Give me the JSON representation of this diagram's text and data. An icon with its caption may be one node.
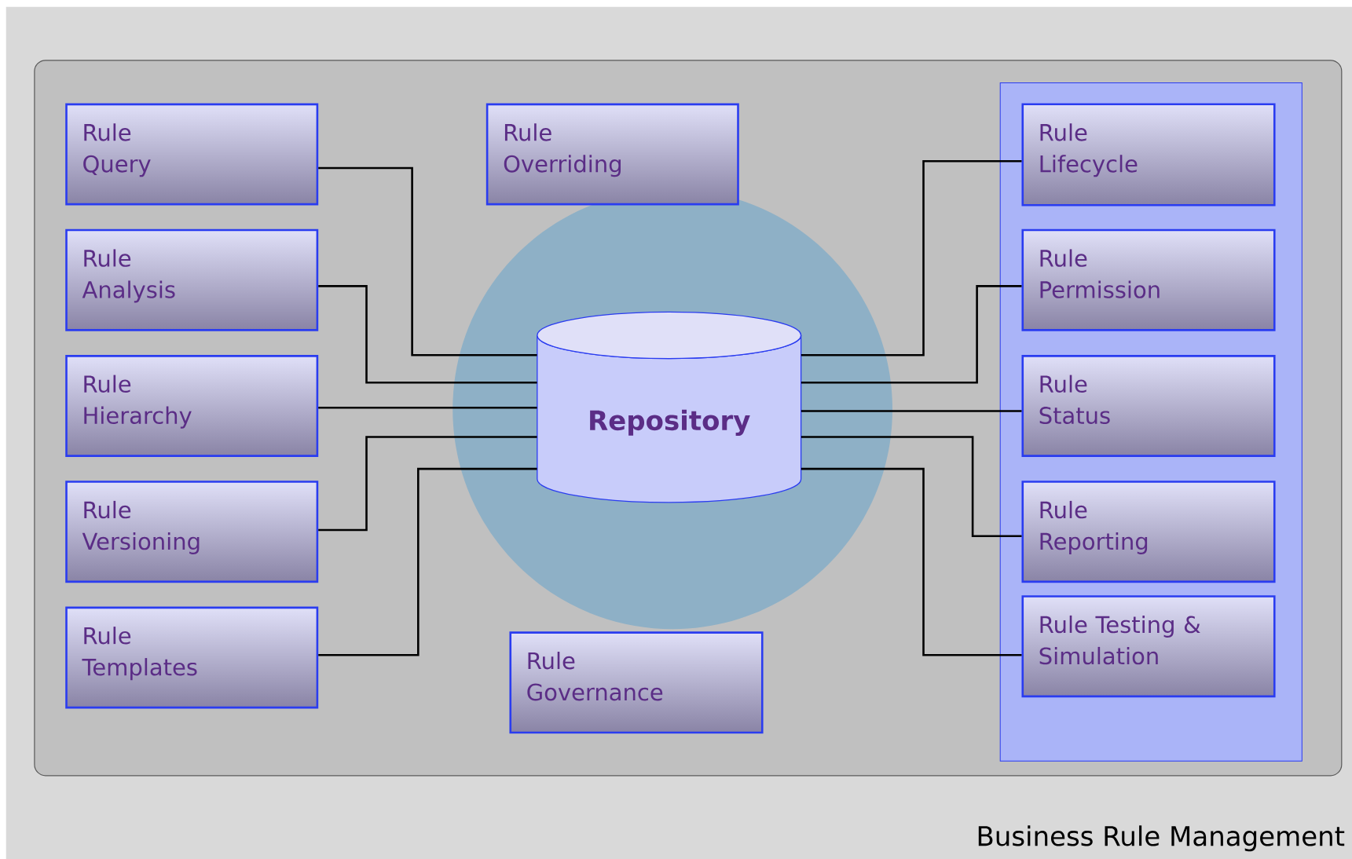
{
  "diagram": {
    "nodes": [
      {
        "text": [
          "Rule Query"
        ]
      },
      {
        "text": [
          "Rule Analysis"
        ]
      },
      {
        "text": [
          "Rule Hierarchy"
        ]
      },
      {
        "text": [
          "Rule Versioning"
        ]
      },
      {
        "text": [
          "Rule Templates"
        ]
      },
      {
        "text": [
          "Rule Overriding"
        ]
      },
      {
        "text": [
          "Repository"
        ]
      },
      {
        "text": [
          "Rule Governance"
        ]
      },
      {
        "text": [
          "Rule Lifecycle"
        ]
      },
      {
        "text": [
          "Rule Permission"
        ]
      },
      {
        "text": [
          "Rule Status"
        ]
      },
      {
        "text": [
          "Rule Reporting"
        ]
      },
      {
        "text": [
          "Rule Testing & Simulation"
        ]
      }
    ],
    "edges": [
      {
        "from": 0,
        "to": 6,
        "arrow": "none"
      },
      {
        "from": 1,
        "to": 6,
        "arrow": "none"
      },
      {
        "from": 2,
        "to": 6,
        "arrow": "none"
      },
      {
        "from": 3,
        "to": 6,
        "arrow": "none"
      },
      {
        "from": 4,
        "to": 6,
        "arrow": "none"
      },
      {
        "from": 8,
        "to": 6,
        "arrow": "none"
      },
      {
        "from": 9,
        "to": 6,
        "arrow": "none"
      },
      {
        "from": 10,
        "to": 6,
        "arrow": "none"
      },
      {
        "from": 11,
        "to": 6,
        "arrow": "none"
      },
      {
        "from": 12,
        "to": 6,
        "arrow": "none"
      }
    ],
    "title": "Business Rule Management"
  }
}
